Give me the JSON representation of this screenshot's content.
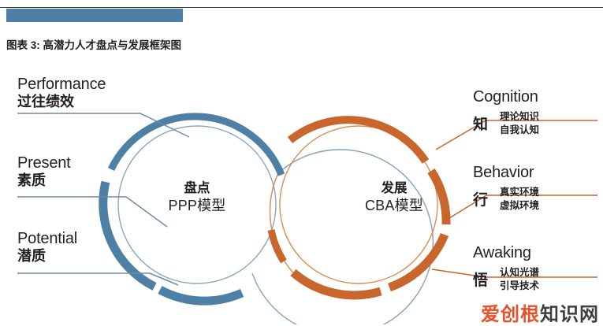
{
  "header": {
    "title": "图表 3:  高潜力人才盘点与发展框架图",
    "bar_color": "#4e7fa4",
    "rule_color": "#3f3f42"
  },
  "theme": {
    "blue": "#4e7fa4",
    "blue_thin": "#8aa7bd",
    "orange": "#c8662b",
    "orange_thin": "#d98f52",
    "text": "#231f20"
  },
  "diagram": {
    "left_ring": {
      "name": "盘点 PPP模型",
      "center_cn": "盘点",
      "center_model": "PPP模型",
      "color": "#4e7fa4"
    },
    "right_ring": {
      "name": "发展 CBA模型",
      "center_cn": "发展",
      "center_model": "CBA模型",
      "color": "#c8662b"
    },
    "left_labels": [
      {
        "en": "Performance",
        "cn": "过往绩效"
      },
      {
        "en": "Present",
        "cn": "素质"
      },
      {
        "en": "Potential",
        "cn": "潜质"
      }
    ],
    "right_labels": [
      {
        "en": "Cognition",
        "glyph": "知",
        "detail_line1": "理论知识",
        "detail_line2": "自我认知"
      },
      {
        "en": "Behavior",
        "glyph": "行",
        "detail_line1": "真实环境",
        "detail_line2": "虚拟环境"
      },
      {
        "en": "Awaking",
        "glyph": "悟",
        "detail_line1": "认知光谱",
        "detail_line2": "引导技术"
      }
    ]
  },
  "watermark": {
    "part1": "爱创根",
    "part2": "知识网",
    "color1": "#e8502a",
    "color2": "#3f3f42"
  }
}
